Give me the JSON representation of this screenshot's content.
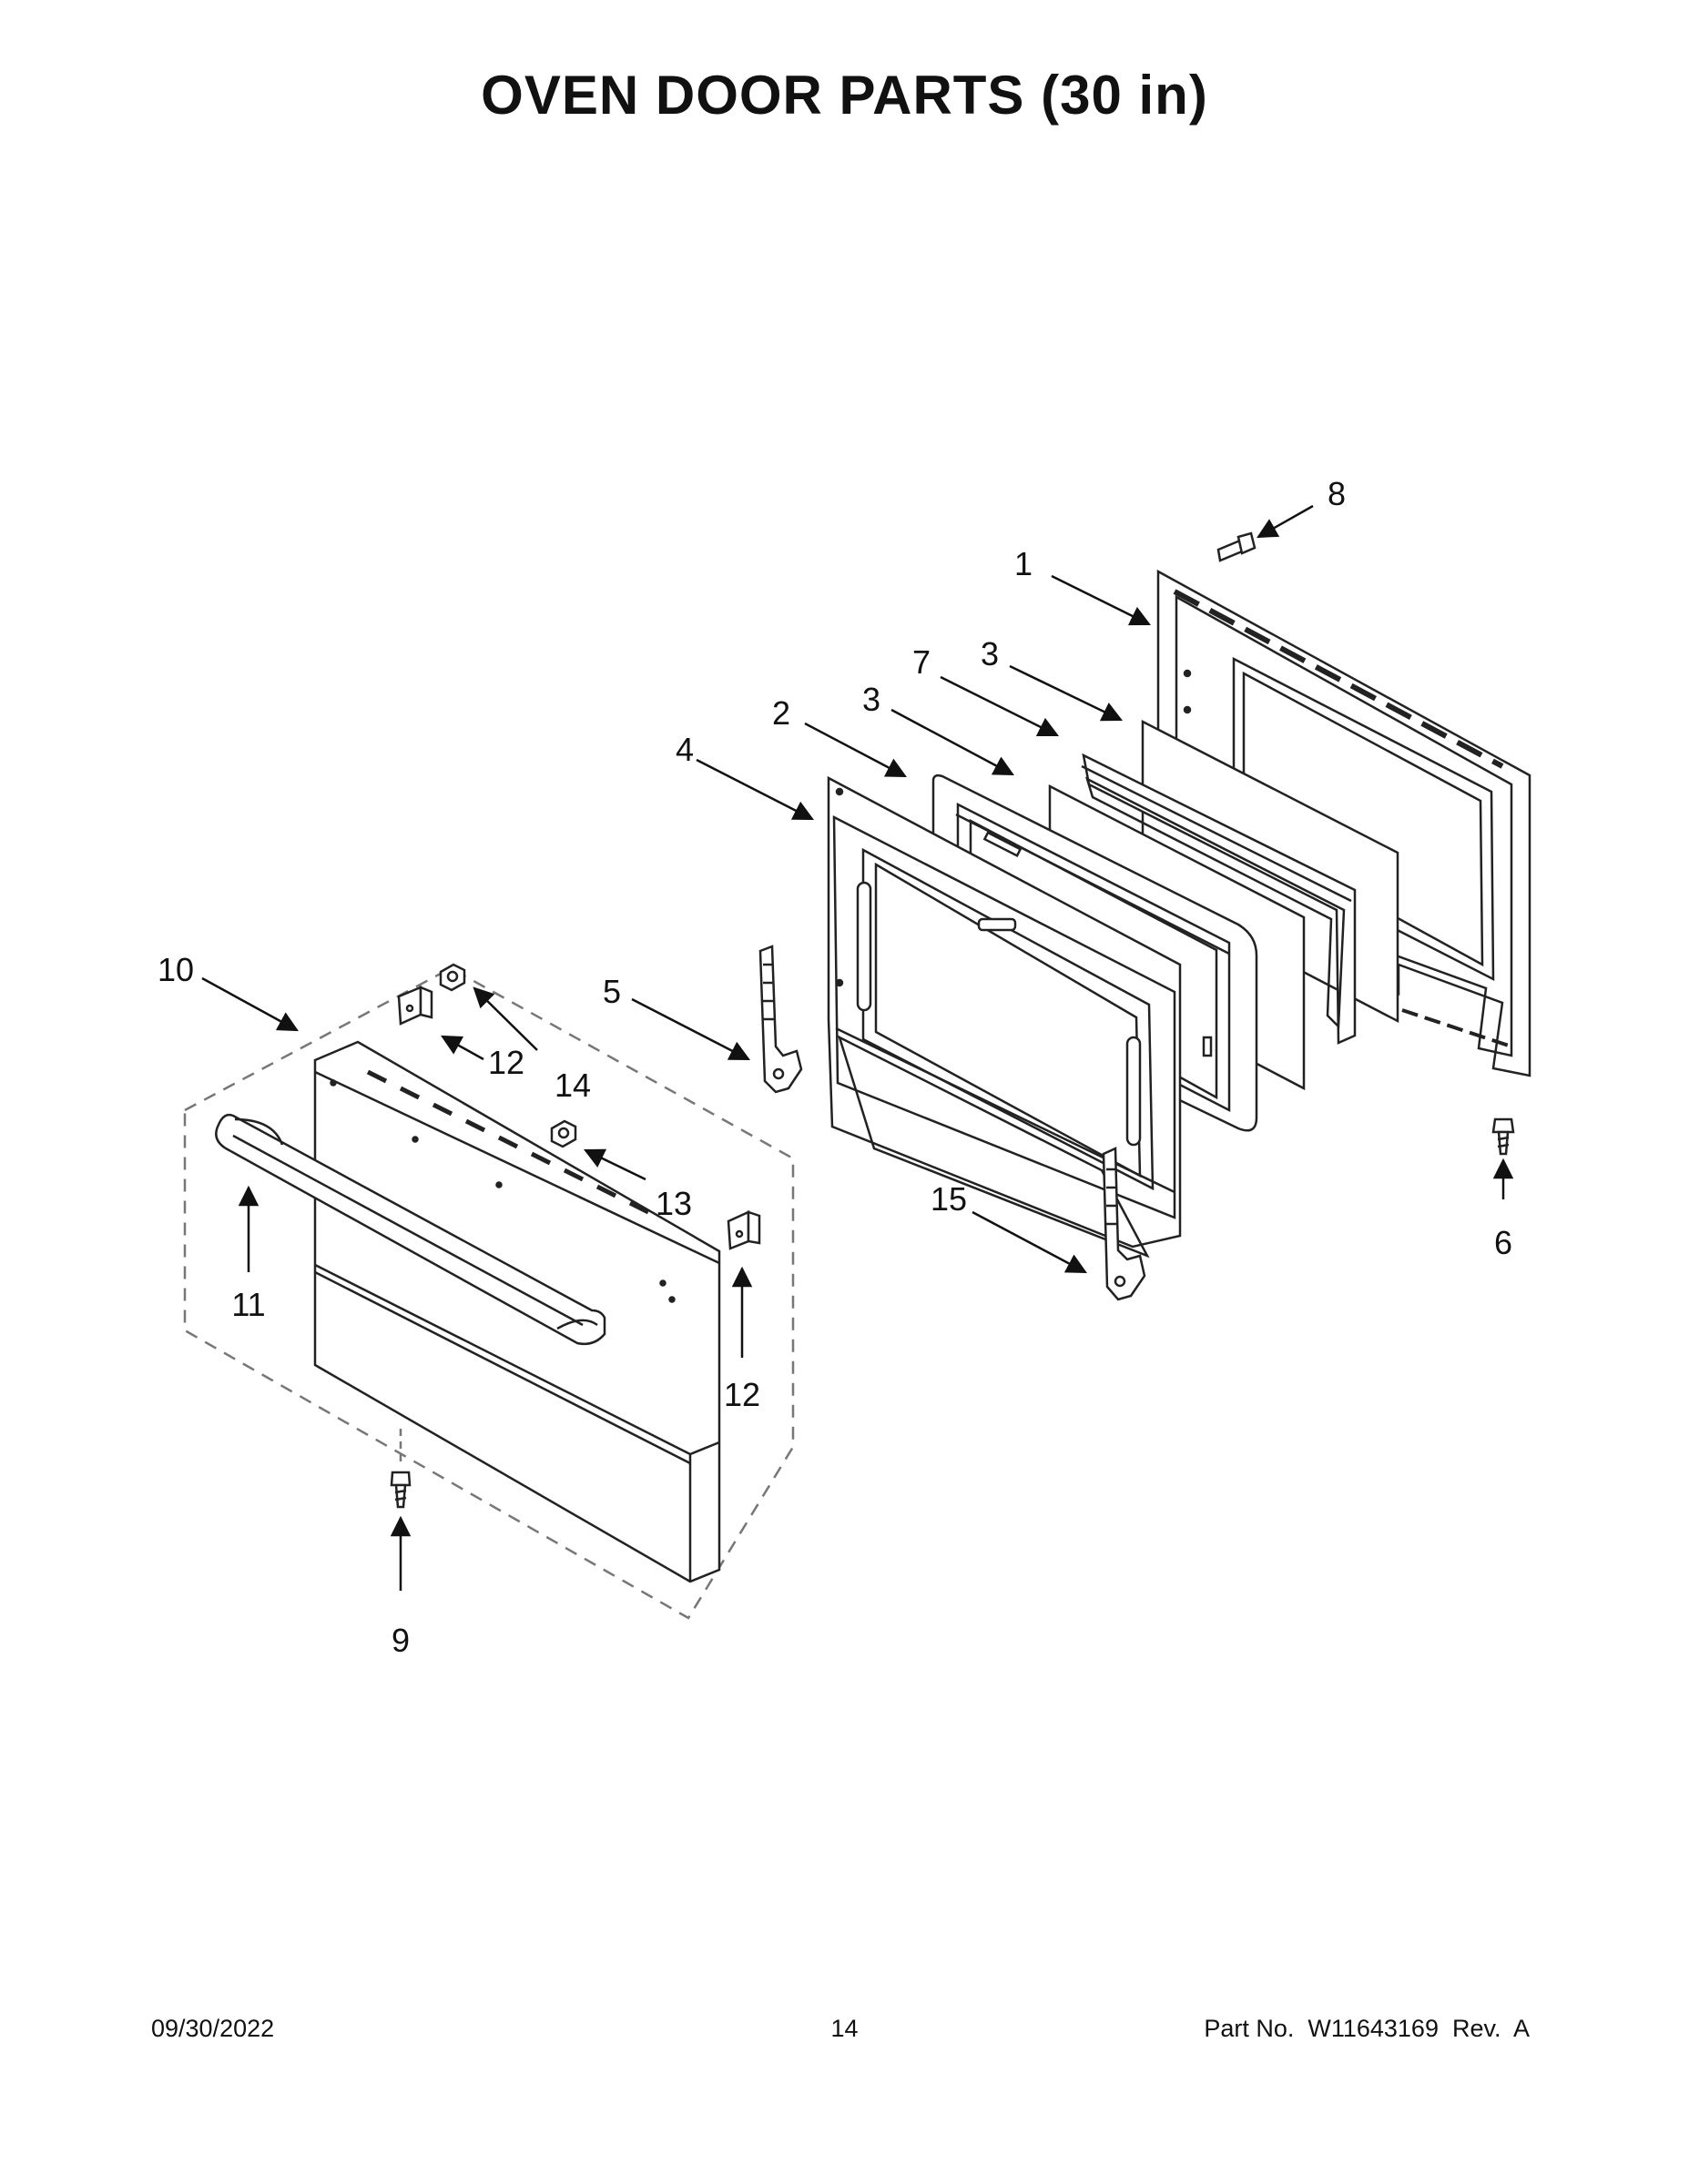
{
  "title": "OVEN DOOR PARTS (30 in)",
  "callouts": {
    "c1": "1",
    "c2": "2",
    "c3a": "3",
    "c3b": "3",
    "c4": "4",
    "c5": "5",
    "c6": "6",
    "c7": "7",
    "c8": "8",
    "c9": "9",
    "c10": "10",
    "c11": "11",
    "c12a": "12",
    "c12b": "12",
    "c13": "13",
    "c14": "14",
    "c15": "15"
  },
  "footer": {
    "date": "09/30/2022",
    "page": "14",
    "part_no": "Part No.  W11643169  Rev.  A"
  }
}
